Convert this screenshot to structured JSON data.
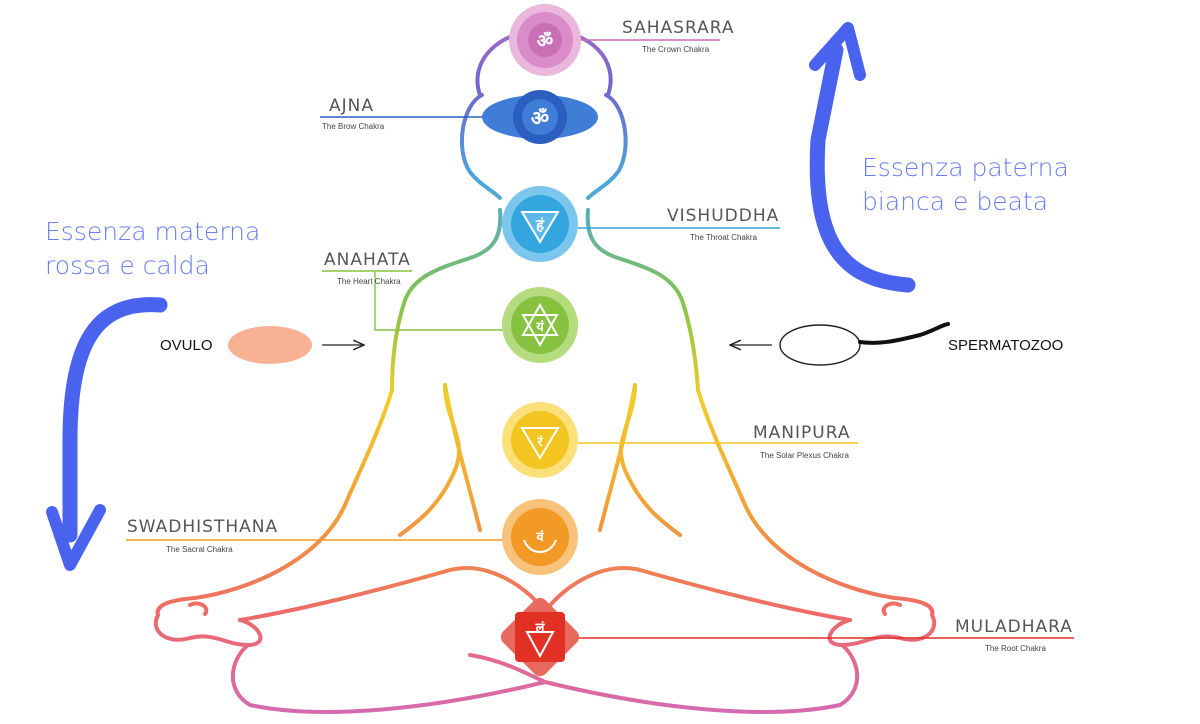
{
  "chakras": [
    {
      "key": "sahasrara",
      "name": "SAHASRARA",
      "subtitle": "The Crown Chakra",
      "color": "#c86fb5",
      "glyph": "ॐ"
    },
    {
      "key": "ajna",
      "name": "AJNA",
      "subtitle": "The Brow Chakra",
      "color": "#2a5fc1",
      "glyph": "ॐ"
    },
    {
      "key": "vishuddha",
      "name": "VISHUDDHA",
      "subtitle": "The Throat Chakra",
      "color": "#34a6df",
      "glyph": "हं"
    },
    {
      "key": "anahata",
      "name": "ANAHATA",
      "subtitle": "The Heart Chakra",
      "color": "#86c240",
      "glyph": "यं"
    },
    {
      "key": "manipura",
      "name": "MANIPURA",
      "subtitle": "The Solar Plexus Chakra",
      "color": "#f3c521",
      "glyph": "रं"
    },
    {
      "key": "swadhisthana",
      "name": "SWADHISTHANA",
      "subtitle": "The Sacral Chakra",
      "color": "#f29a25",
      "glyph": "वं"
    },
    {
      "key": "muladhara",
      "name": "MULADHARA",
      "subtitle": "The Root Chakra",
      "color": "#e23024",
      "glyph": "लं"
    }
  ],
  "essences": {
    "maternal_line1": "Essenza materna",
    "maternal_line2": "rossa e calda",
    "paternal_line1": "Essenza paterna",
    "paternal_line2": "bianca e beata",
    "color": "#6b7df0",
    "arrow_color": "#4a63ee"
  },
  "cells": {
    "ovum_label": "OVULO",
    "ovum_color": "#f7b294",
    "sperm_label": "SPERMATOZOO"
  }
}
